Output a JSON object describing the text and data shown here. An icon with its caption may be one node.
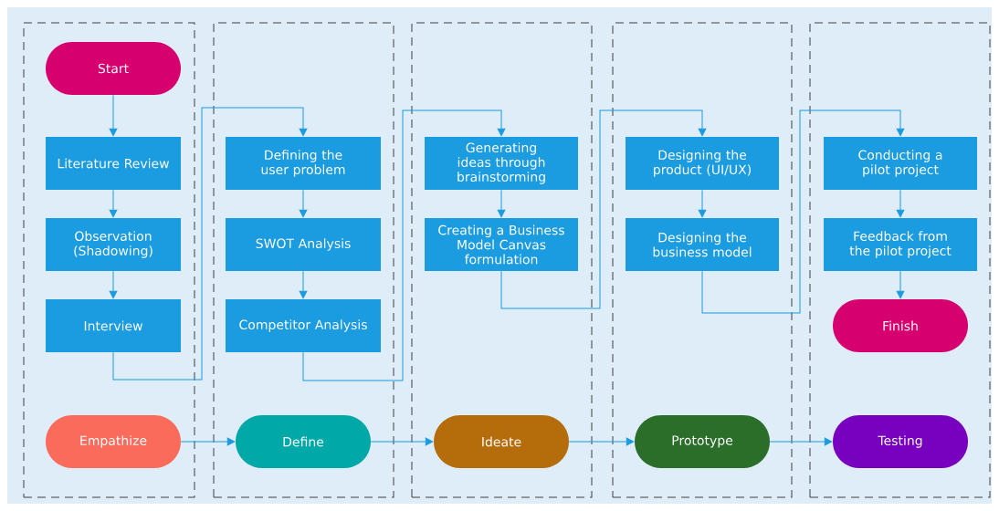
{
  "diagram": {
    "nodes": [
      {
        "text": [],
        "shape": "box"
      },
      {
        "text": [],
        "shape": "box"
      },
      {
        "text": [],
        "shape": "box"
      },
      {
        "text": [],
        "shape": "box"
      },
      {
        "text": [],
        "shape": "box"
      },
      {
        "text": [
          "Start"
        ],
        "in": 0
      },
      {
        "text": [
          "Literature Review"
        ],
        "in": 0
      },
      {
        "text": [
          "Observation (Shadowing)"
        ],
        "in": 0
      },
      {
        "text": [
          "Interview"
        ],
        "in": 0
      },
      {
        "text": [
          "Empathize"
        ],
        "in": 0
      },
      {
        "text": [
          "Defining the user problem"
        ],
        "in": 1
      },
      {
        "text": [
          "SWOT Analysis"
        ],
        "in": 1
      },
      {
        "text": [
          "Competitor Analysis"
        ],
        "in": 1
      },
      {
        "text": [
          "Define"
        ],
        "in": 1
      },
      {
        "text": [
          "Generating ideas through brainstorming"
        ],
        "in": 2
      },
      {
        "text": [
          "Creating a Business Model Canvas formulation"
        ],
        "in": 2
      },
      {
        "text": [
          "Ideate"
        ],
        "in": 2
      },
      {
        "text": [
          "Designing the product (UI/UX)"
        ],
        "in": 3
      },
      {
        "text": [
          "Designing the business model"
        ],
        "in": 3
      },
      {
        "text": [
          "Prototype"
        ],
        "in": 3
      },
      {
        "text": [
          "Conducting a pilot project"
        ],
        "in": 4
      },
      {
        "text": [
          "Feedback from the pilot project"
        ],
        "in": 4
      },
      {
        "text": [
          "Finish"
        ],
        "in": 4
      },
      {
        "text": [
          "Testing"
        ],
        "in": 4
      }
    ],
    "edges": [
      {
        "from": 5,
        "to": 6,
        "arrow": "to"
      },
      {
        "from": 6,
        "to": 7,
        "arrow": "to"
      },
      {
        "from": 7,
        "to": 8,
        "arrow": "to"
      },
      {
        "from": 8,
        "to": 10,
        "arrow": "to"
      },
      {
        "from": 10,
        "to": 11,
        "arrow": "to"
      },
      {
        "from": 11,
        "to": 12,
        "arrow": "to"
      },
      {
        "from": 12,
        "to": 14,
        "arrow": "to"
      },
      {
        "from": 14,
        "to": 15,
        "arrow": "to"
      },
      {
        "from": 15,
        "to": 17,
        "arrow": "to"
      },
      {
        "from": 17,
        "to": 18,
        "arrow": "to"
      },
      {
        "from": 18,
        "to": 20,
        "arrow": "to"
      },
      {
        "from": 20,
        "to": 21,
        "arrow": "to"
      },
      {
        "from": 21,
        "to": 22,
        "arrow": "to"
      },
      {
        "from": 9,
        "to": 13,
        "arrow": "to"
      },
      {
        "from": 13,
        "to": 16,
        "arrow": "to"
      },
      {
        "from": 16,
        "to": 19,
        "arrow": "to"
      },
      {
        "from": 19,
        "to": 23,
        "arrow": "to"
      }
    ]
  }
}
